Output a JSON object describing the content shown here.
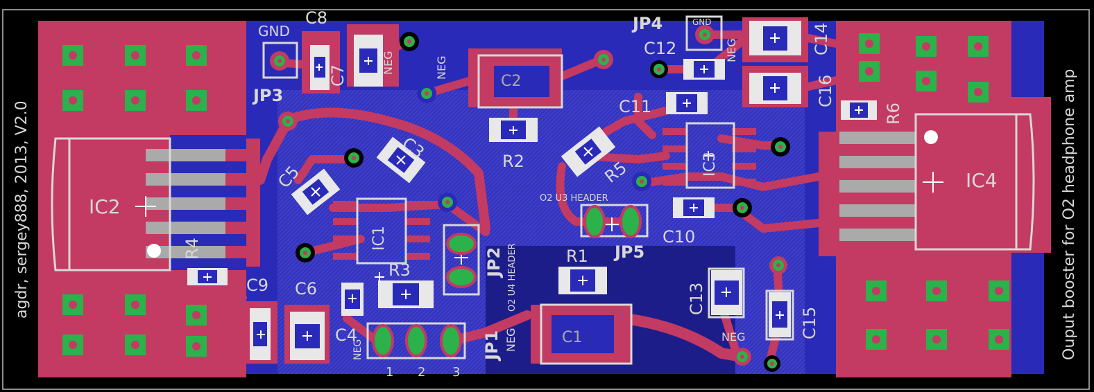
{
  "board": {
    "side_text_left": "agdr, sergey888, 2013, V2.0",
    "side_text_right": "Ouput booster for O2 headphone amp",
    "colors": {
      "background": "#000000",
      "copper_top": "#c33a63",
      "copper_bottom": "#2a2ab8",
      "silkscreen": "#d8d8d8",
      "via": "#2bb24a",
      "pad_hole": "#ffffff"
    }
  },
  "labels": {
    "c8": "C8",
    "gnd_jp3": "GND",
    "jp3": "JP3",
    "c7": "C7",
    "neg_c7": "NEG",
    "neg_mid": "NEG",
    "c2": "C2",
    "jp4": "JP4",
    "gnd_jp4": "GND",
    "c12": "C12",
    "neg_c12": "NEG",
    "c14": "C14",
    "c16": "C16",
    "r6": "R6",
    "c11": "C11",
    "ic3": "IC3",
    "c3": "C3",
    "r2": "R2",
    "r5": "R5",
    "c5": "C5",
    "ic2": "IC2",
    "ic4": "IC4",
    "ic1": "IC1",
    "o2_u3_header": "O2 U3 HEADER",
    "o2_u4_header": "O2 U4 HEADER",
    "jp2": "JP2",
    "jp5": "JP5",
    "c10": "C10",
    "r4": "R4",
    "r1": "R1",
    "r3": "R3",
    "c9": "C9",
    "c6": "C6",
    "c13": "C13",
    "c15": "C15",
    "c1": "C1",
    "c4": "C4",
    "neg_c4": "NEG",
    "jp1": "JP1",
    "neg_jp1": "NEG",
    "neg_c15": "NEG",
    "pin1": "1",
    "pin2": "2",
    "pin3": "3"
  }
}
